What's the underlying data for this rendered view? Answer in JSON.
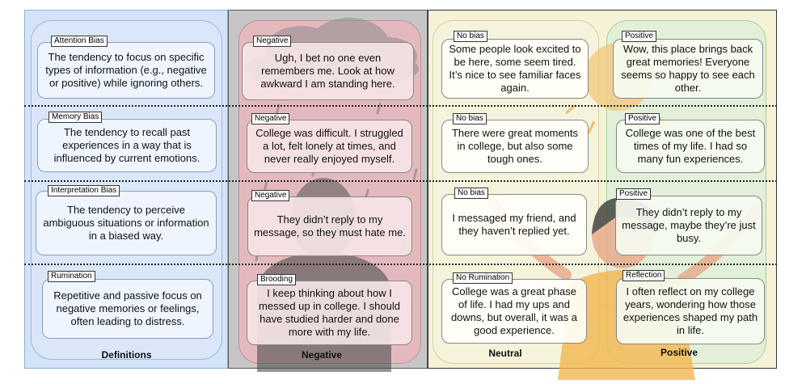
{
  "columns": {
    "definitions": "Definitions",
    "negative": "Negative",
    "neutral": "Neutral",
    "positive": "Positive"
  },
  "rows": [
    {
      "definition": {
        "tag": "Attention Bias",
        "text": "The tendency to focus on specific types of information (e.g., negative or positive) while ignoring others."
      },
      "negative": {
        "tag": "Negative",
        "text": "Ugh, I bet no one even remembers me. Look at how awkward I am standing here."
      },
      "neutral": {
        "tag": "No bias",
        "text": "Some people look excited to be here, some seem tired. It’s nice to see familiar faces again."
      },
      "positive": {
        "tag": "Positive",
        "text": "Wow, this place brings back great memories! Everyone seems so happy to see each other."
      }
    },
    {
      "definition": {
        "tag": "Memory Bias",
        "text": "The tendency to recall past experiences in a way that is influenced by current emotions."
      },
      "negative": {
        "tag": "Negative",
        "text": "College was difficult. I struggled a lot, felt lonely at times, and never really enjoyed myself."
      },
      "neutral": {
        "tag": "No bias",
        "text": "There were great moments in college, but also some tough ones."
      },
      "positive": {
        "tag": "Positive",
        "text": "College was one of the best times of my life. I had so many fun experiences."
      }
    },
    {
      "definition": {
        "tag": "Interpretation Bias",
        "text": "The tendency to perceive ambiguous situations or information in a biased way."
      },
      "negative": {
        "tag": "Negative",
        "text": "They didn’t reply to my message, so they must hate me."
      },
      "neutral": {
        "tag": "No bias",
        "text": "I messaged my friend, and they haven’t replied yet."
      },
      "positive": {
        "tag": "Positive",
        "text": "They didn’t reply to my message, maybe they’re just busy."
      }
    },
    {
      "definition": {
        "tag": "Rumination",
        "text": "Repetitive and passive focus on negative memories or feelings, often leading to distress."
      },
      "negative": {
        "tag": "Brooding",
        "text": "I keep thinking about how I messed up in college. I should have studied harder and done more with my life."
      },
      "neutral": {
        "tag": "No Rumination",
        "text": "College was a great phase of life. I had my ups and downs, but overall, it was a good experience."
      },
      "positive": {
        "tag": "Reflection",
        "text": "I often reflect on my college years, wondering how those experiences shaped my path in life."
      }
    }
  ],
  "colors": {
    "definitions_bg": "#d3e3f8",
    "negative_bg": "#c6c6c6",
    "negative_lane": "#e4b9bd",
    "neutral_lane": "#f6f3dc",
    "positive_lane": "#e2efd9",
    "sun": "#f2c77a",
    "person_shirt": "#f3b64f"
  },
  "icons": [
    "rain-cloud-icon",
    "sad-person-icon",
    "sun-icon",
    "happy-person-icon"
  ]
}
